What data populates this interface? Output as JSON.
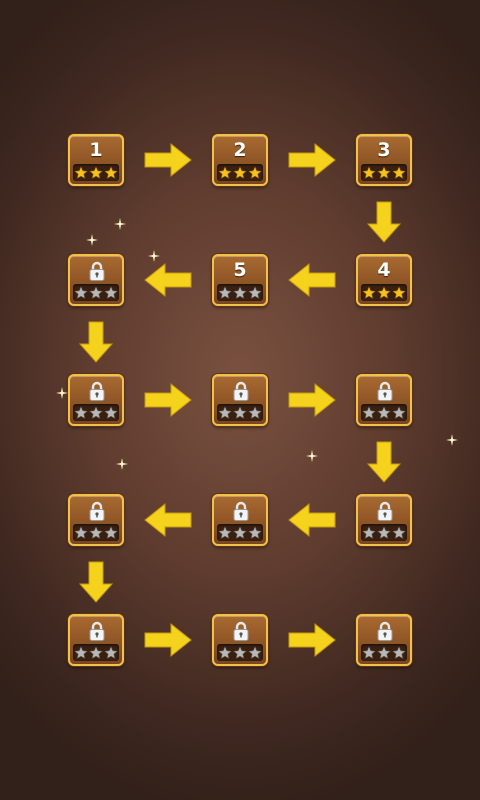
{
  "levels": [
    {
      "label": "1",
      "locked": false,
      "stars": 3
    },
    {
      "label": "2",
      "locked": false,
      "stars": 3
    },
    {
      "label": "3",
      "locked": false,
      "stars": 3
    },
    {
      "label": "4",
      "locked": false,
      "stars": 3
    },
    {
      "label": "5",
      "locked": false,
      "stars": 0
    },
    {
      "label": "",
      "locked": true,
      "stars": 0
    },
    {
      "label": "",
      "locked": true,
      "stars": 0
    },
    {
      "label": "",
      "locked": true,
      "stars": 0
    },
    {
      "label": "",
      "locked": true,
      "stars": 0
    },
    {
      "label": "",
      "locked": true,
      "stars": 0
    },
    {
      "label": "",
      "locked": true,
      "stars": 0
    },
    {
      "label": "",
      "locked": true,
      "stars": 0
    },
    {
      "label": "",
      "locked": true,
      "stars": 0
    },
    {
      "label": "",
      "locked": true,
      "stars": 0
    },
    {
      "label": "",
      "locked": true,
      "stars": 0
    }
  ],
  "max_stars": 3,
  "icons": {
    "lock": "lock-icon",
    "star_filled": "star-filled-icon",
    "star_empty": "star-empty-icon",
    "arrow": "arrow-icon",
    "sparkle": "sparkle-icon"
  },
  "colors": {
    "tile_border": "#f2c14a",
    "star_gold": "#f7c21a",
    "star_silver": "#b8b8b8",
    "arrow_yellow": "#f5d31c"
  }
}
